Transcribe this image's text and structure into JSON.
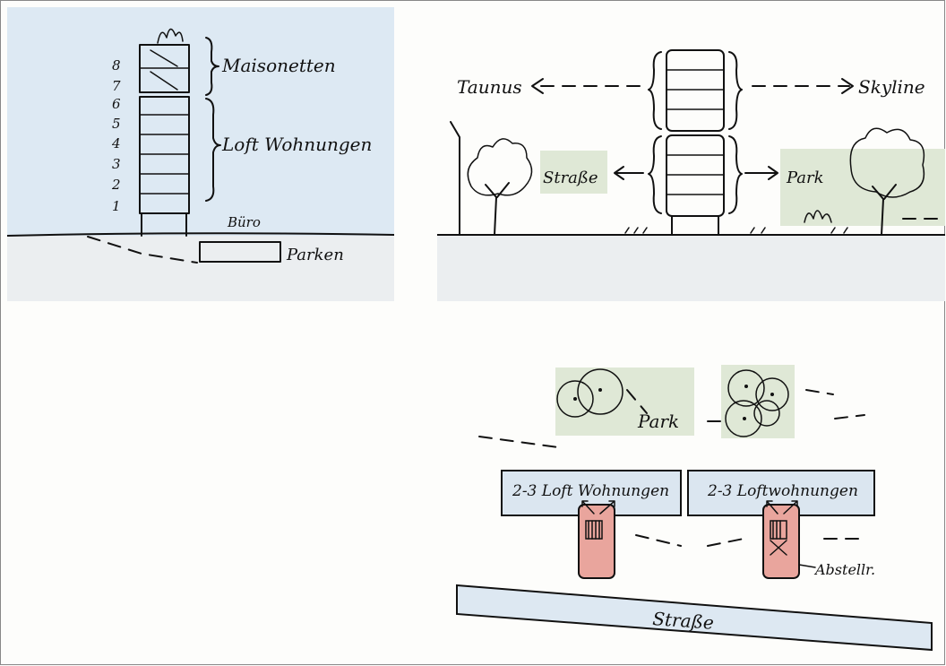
{
  "colors": {
    "sky": "#dde9f3",
    "ground": "#ebeef0",
    "green": "#dfe8d6",
    "loft_blue": "#dbe6f0",
    "core_red": "#e9a59d",
    "street_blue": "#dde8f2"
  },
  "section": {
    "floors": [
      "8",
      "7",
      "6",
      "5",
      "4",
      "3",
      "2",
      "1"
    ],
    "maisonetten_label": "Maisonetten",
    "loft_label": "Loft Wohnungen",
    "buero_label": "Büro",
    "parken_label": "Parken"
  },
  "views": {
    "taunus_label": "Taunus",
    "skyline_label": "Skyline",
    "strasse_label": "Straße",
    "park_label": "Park"
  },
  "plan": {
    "park_label": "Park",
    "loft_left_label": "2-3 Loft Wohnungen",
    "loft_right_label": "2-3 Loftwohnungen",
    "abstell_label": "Abstellr.",
    "strasse_label": "Straße"
  }
}
